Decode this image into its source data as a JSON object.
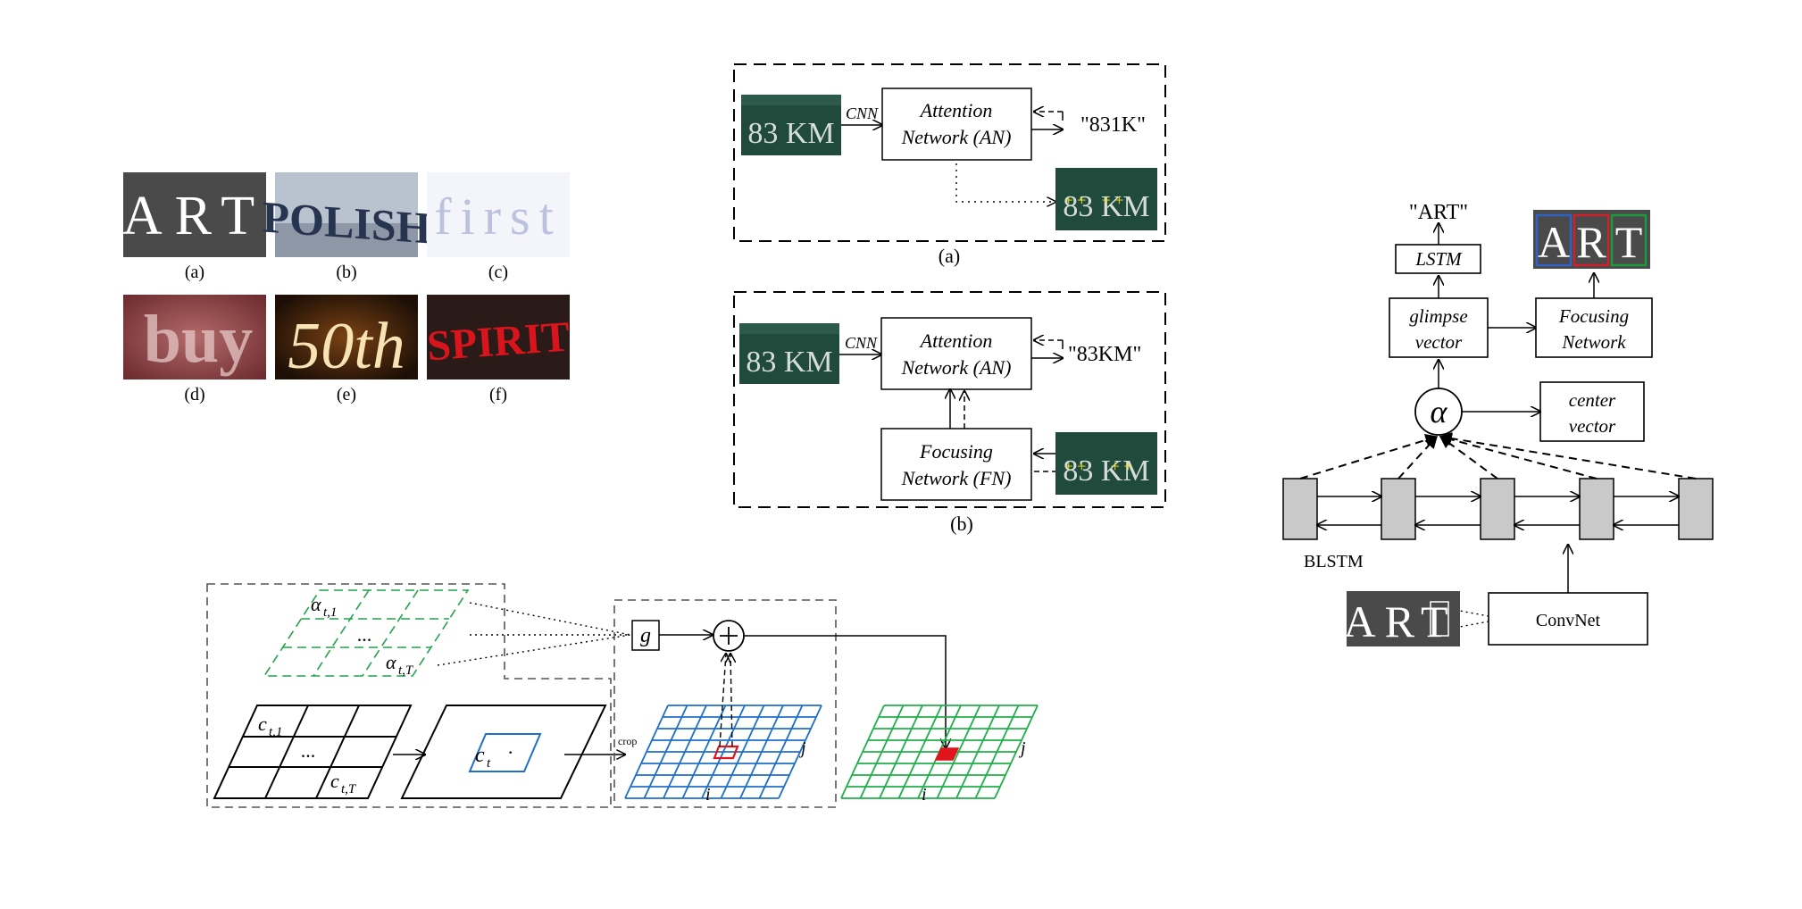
{
  "samples": {
    "tiles": [
      {
        "word": "ART",
        "caption": "(a)",
        "bg": "#4a4a4a",
        "fg": "#ffffff"
      },
      {
        "word": "POLISH",
        "caption": "(b)",
        "bg": "#b9c2cf",
        "fg": "#27344f"
      },
      {
        "word": "first",
        "caption": "(c)",
        "bg": "#f3f5fb",
        "fg": "#b3b8d8"
      },
      {
        "word": "buy",
        "caption": "(d)",
        "bg": "#8a3a3c",
        "fg": "#e6c8c6"
      },
      {
        "word": "50th",
        "caption": "(e)",
        "bg": "#3a1f0c",
        "fg": "#f7e3b3"
      },
      {
        "word": "SPIRIT",
        "caption": "(f)",
        "bg": "#2b1b18",
        "fg": "#d8141c"
      }
    ]
  },
  "attention_drift": {
    "a": {
      "sign_text": "83 KM",
      "cnn_label": "CNN",
      "an_line1": "Attention",
      "an_line2": "Network (AN)",
      "output": "\"831K\"",
      "caption": "(a)"
    },
    "b": {
      "sign_text": "83 KM",
      "cnn_label": "CNN",
      "an_line1": "Attention",
      "an_line2": "Network (AN)",
      "output": "\"83KM\"",
      "fn_line1": "Focusing",
      "fn_line2": "Network (FN)",
      "caption": "(b)"
    },
    "marker": "+ +"
  },
  "focusing_mechanism": {
    "alpha_first": "α",
    "alpha_first_sub": "t,1",
    "alpha_dots": "...",
    "alpha_last": "α",
    "alpha_last_sub": "t,T",
    "c_first": "c",
    "c_first_sub": "t,1",
    "c_dots": "...",
    "c_last": "c",
    "c_last_sub": "t,T",
    "ct": "c",
    "ct_sub": "t",
    "ct_dot": "·",
    "crop": "crop",
    "g": "g",
    "plus": "+",
    "i_label": "i",
    "j_label": "j",
    "i_label2": "i",
    "j_label2": "j",
    "colors": {
      "attention": "#22a34a",
      "grid_blue": "#1f6fc8",
      "grid_green": "#1fb04a",
      "highlight": "#e0141c"
    }
  },
  "architecture": {
    "output": "\"ART\"",
    "lstm": "LSTM",
    "glimpse_line1": "glimpse",
    "glimpse_line2": "vector",
    "fn_line1": "Focusing",
    "fn_line2": "Network",
    "center_line1": "center",
    "center_line2": "vector",
    "alpha": "α",
    "blstm": "BLSTM",
    "convnet": "ConvNet",
    "input_word": "ART",
    "art_letters": [
      "A",
      "R",
      "T"
    ],
    "art_box_colors": [
      "#2f63c8",
      "#d31f2a",
      "#1a9c3a"
    ]
  }
}
